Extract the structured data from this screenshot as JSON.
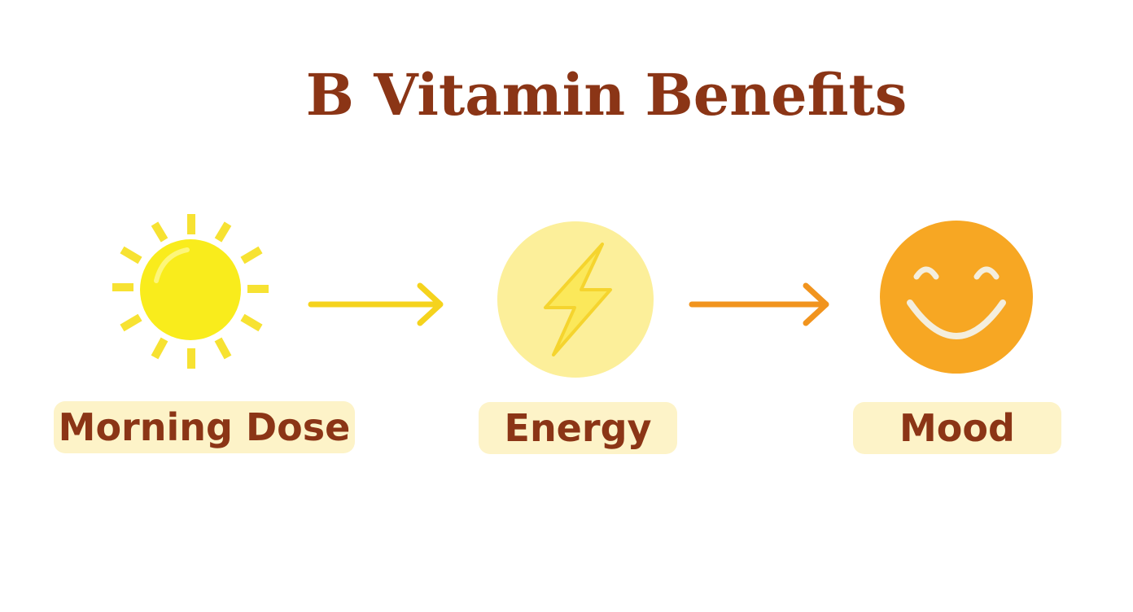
{
  "title": "B Vitamin Benefits",
  "steps": [
    {
      "label": "Morning Dose",
      "icon": "sun-icon"
    },
    {
      "label": "Energy",
      "icon": "lightning-bolt-icon"
    },
    {
      "label": "Mood",
      "icon": "smiley-face-icon"
    }
  ],
  "colors": {
    "title": "#8b3516",
    "label_text": "#8b3516",
    "label_bg": "#fdf3c8",
    "sun": "#f9ec1c",
    "sun_rays": "#f7e232",
    "energy_circle": "#fcef9a",
    "bolt": "#f8e047",
    "smiley": "#f7a723",
    "smiley_features": "#f4eedd",
    "arrow_1": "#f5d31d",
    "arrow_2": "#f1941e"
  }
}
